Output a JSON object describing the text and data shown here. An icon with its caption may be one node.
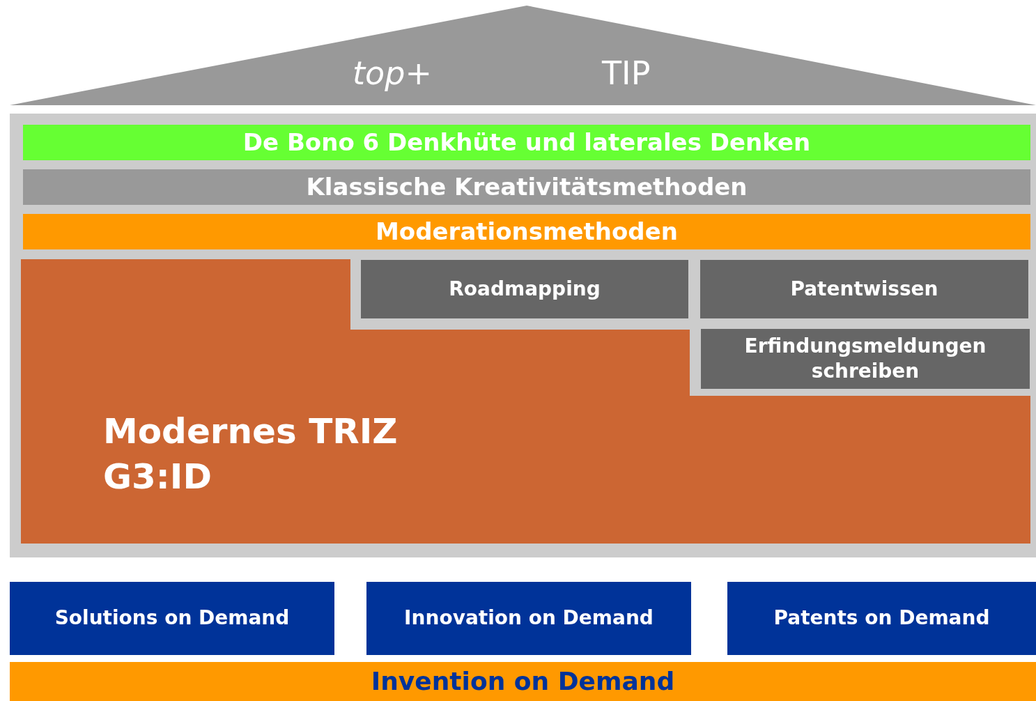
{
  "diagram": {
    "nodes": [
      {
        "text": [
          "top+",
          "TIP"
        ]
      },
      {
        "text": [],
        "shape": "box"
      },
      {
        "text": [
          "De Bono 6 Denkhüte und laterales Denken"
        ],
        "in": 1
      },
      {
        "text": [
          "Klassische Kreativitätsmethoden"
        ],
        "in": 1
      },
      {
        "text": [
          "Moderationsmethoden"
        ],
        "in": 1
      },
      {
        "text": [
          "Modernes TRIZ G3:ID"
        ],
        "in": 1
      },
      {
        "text": [
          "Roadmapping"
        ],
        "in": 1
      },
      {
        "text": [
          "Patentwissen"
        ],
        "in": 1
      },
      {
        "text": [
          "Erfindungsmeldungen schreiben"
        ],
        "in": 1
      },
      {
        "text": [
          "Solutions on Demand"
        ]
      },
      {
        "text": [
          "Innovation on Demand"
        ]
      },
      {
        "text": [
          "Patents on Demand"
        ]
      },
      {
        "text": [
          "Invention on Demand"
        ]
      }
    ],
    "edges": []
  }
}
